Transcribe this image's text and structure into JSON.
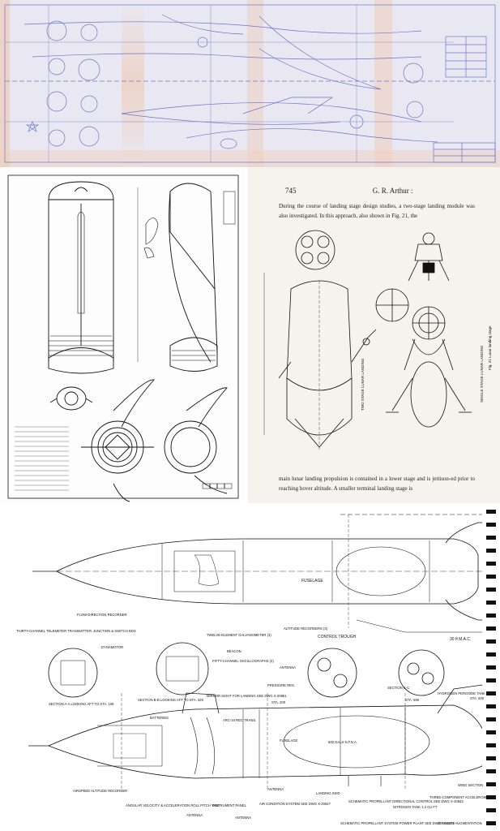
{
  "paper": {
    "page_number": "745",
    "author": "G. R. Arthur :",
    "para_top": "During the course of landing stage design studies, a two-stage landing module was also investigated. In this approach, also shown in Fig. 21, the",
    "para_bottom": "main lunar landing propulsion is contained in a lower stage and is jettison-ed prior to reaching hover altitude. A smaller terminal landing stage is",
    "fig_caption": "Fig. 21   Lunar landing stage",
    "two_stage_title": "TWO STAGE LUNAR LANDING",
    "single_stage_title": "SINGLE STAGE LUNAR LANDING"
  },
  "cutaway": {
    "top_labels": {
      "fuselage": "FUSELAGE",
      "mac": "30 ft M.A.C.",
      "control_trough": "CONTROL TROUGH"
    },
    "callouts": [
      "FLOW-DIRECTION RECORDER",
      "THIRTY-CHANNEL TELEMETER TRANSMITTER",
      "JUNCTION & SWITCH BOX",
      "DYNAMOTOR",
      "SECTION A-A LOOKING AFT TO STA. 106",
      "TWELVE-ELEMENT GALVANOMETER (3)",
      "BEACON",
      "FIFTY-CHANNEL OSCILLOGRAPHS (2)",
      "SECTION B-B LOOKING AFT TO STA. 320",
      "ALTITUDE RECORDERS (3)",
      "ANTENNA",
      "PRESSURE RES.",
      "MIRROR SIGHT FOR LANDING SEE DWG X-20851",
      "STA. 200",
      "SECTION C-C",
      "HYDROGEN PEROXIDE TANK",
      "STA. 590",
      "STA. 600",
      "BATTERIES",
      "ARC-34 REC TRANS.",
      "FUSELAGE",
      "500 GALS N.F.N.A.",
      "AIRSPEED ALTITUDE RECORDER",
      "ANGULAR VELOCITY & ACCELERATION ROLL PITCH YAW",
      "ANTENNA",
      "INSTRUMENT PANEL",
      "ANTENNA",
      "AIR CONDITION SYSTEM SEE DWG X-20847",
      "LANDING SKID",
      "SCHEMATIC PROPELLANT DIRECTIONAL CONTROL SEE DWG X-20843",
      "NITROGEN TANK 1.2 CU FT",
      "THREE-COMPONENT ACCELEROMETER",
      "SCHEMATIC PROPELLANT SYSTEM POWER PLANT SEE DWG X-20842",
      "STABILITY AUGMENTATION",
      "ANTENNA",
      "WING SECTION"
    ]
  },
  "colors": {
    "blueprint_bg": "#e9e8f2",
    "blueprint_line": "#6a76c4",
    "blueprint_stain": "#f0c3a8",
    "ink": "#111111",
    "paper_bg": "#f5f3ee"
  }
}
